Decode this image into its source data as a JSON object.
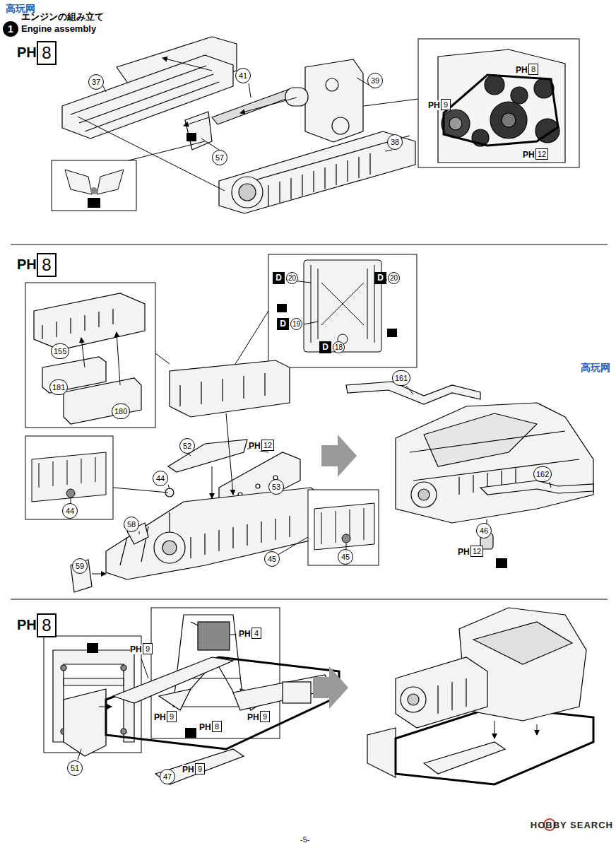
{
  "diagram": {
    "title": "エンジンの組み立て Engine assembly",
    "labels": [
      "1",
      "高玩网",
      "PH",
      "8",
      "37",
      "41",
      "39",
      "57",
      "38",
      "PH",
      "8",
      "PH",
      "9",
      "PH",
      "12",
      "PH",
      "8",
      "155",
      "181",
      "180",
      "D",
      "20",
      "D",
      "20",
      "D",
      "19",
      "D",
      "18",
      "161",
      "52",
      "PH",
      "12",
      "53",
      "44",
      "44",
      "58",
      "59",
      "45",
      "45",
      "162",
      "46",
      "PH",
      "12",
      "PH",
      "8",
      "PH",
      "4",
      "PH",
      "9",
      "PH",
      "8",
      "PH",
      "9",
      "PH",
      "9",
      "51",
      "47",
      "PH",
      "9",
      "高玩网",
      "HOBBY SEARCH",
      "-5-"
    ]
  }
}
